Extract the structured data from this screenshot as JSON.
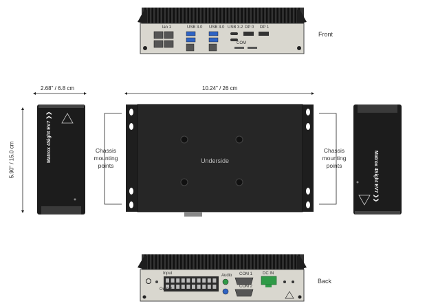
{
  "views": {
    "front": {
      "label": "Front"
    },
    "back": {
      "label": "Back"
    },
    "underside": {
      "label": "Underside"
    }
  },
  "dimensions": {
    "width": "10.24\" / 26 cm",
    "depth": "2.68\" / 6.8 cm",
    "height": "5.90\" / 15.0 cm"
  },
  "mounting": {
    "left": [
      "Chassis",
      "mounting",
      "points"
    ],
    "right": [
      "Chassis",
      "mounting",
      "points"
    ]
  },
  "side_brand": "Matrox 4Sight EV7 ❯❯",
  "front_ports": {
    "lan_label": "lan 1",
    "usb_a_label": "USB 3.0",
    "usb_b_label": "USB 3.0",
    "usb_c_label": "USB 3.2",
    "dp_a_label": "DP 0",
    "dp_b_label": "DP 1",
    "com_label": "COM"
  },
  "back_ports": {
    "inputs_label": "Input",
    "outputs_label": "Output",
    "audio_label": "Audio",
    "serial_top_label": "COM 1",
    "serial_bottom_label": "COM 2",
    "power_label": "DC IN"
  },
  "colors": {
    "chassis": "#1c1c1c",
    "faceplate": "#d9d7cf",
    "usb_blue": "#2e63c4",
    "terminal_green": "#2f9a47"
  }
}
